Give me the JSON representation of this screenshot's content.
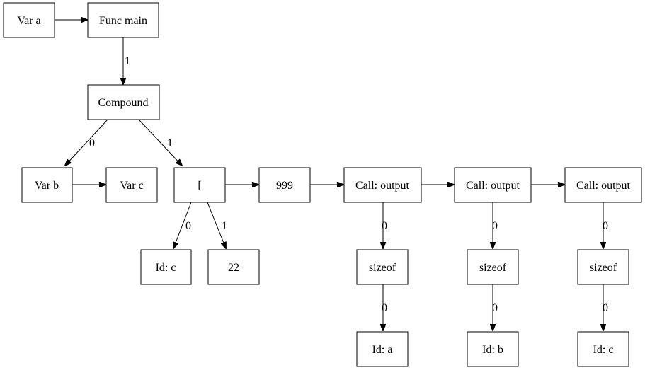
{
  "diagram": {
    "nodes": {
      "var_a": "Var a",
      "func_main": "Func main",
      "compound": "Compound",
      "var_b": "Var b",
      "var_c": "Var c",
      "bracket": "[",
      "num_999": "999",
      "call_output_1": "Call: output",
      "call_output_2": "Call: output",
      "call_output_3": "Call: output",
      "id_c_1": "Id: c",
      "num_22": "22",
      "sizeof_1": "sizeof",
      "sizeof_2": "sizeof",
      "sizeof_3": "sizeof",
      "id_a": "Id: a",
      "id_b": "Id: b",
      "id_c_2": "Id: c"
    },
    "edge_labels": {
      "func_to_compound": "1",
      "compound_to_varb": "0",
      "compound_to_bracket": "1",
      "bracket_to_idc": "0",
      "bracket_to_22": "1",
      "call1_to_sizeof1": "0",
      "call2_to_sizeof2": "0",
      "call3_to_sizeof3": "0",
      "sizeof1_to_ida": "0",
      "sizeof2_to_idb": "0",
      "sizeof3_to_idc": "0"
    }
  }
}
